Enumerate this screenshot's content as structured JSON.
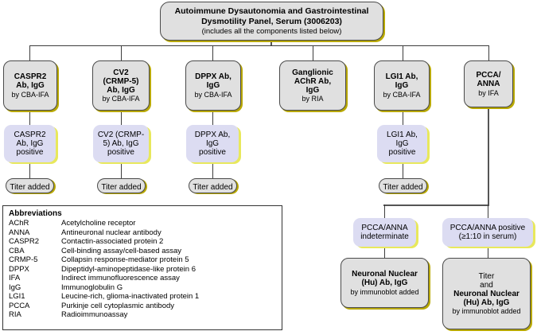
{
  "title": {
    "line1": "Autoimmune Dysautonomia and Gastrointestinal",
    "line2": "Dysmotility Panel, Serum (3006203)",
    "line3": "(includes all the components listed below)"
  },
  "columns": [
    {
      "id": "caspr2",
      "test": {
        "name_line1": "CASPR2",
        "name_line2": "Ab, IgG",
        "method": "by CBA-IFA"
      },
      "result": {
        "line1": "CASPR2",
        "line2": "Ab, IgG",
        "line3": "positive"
      },
      "action": {
        "label": "Titer added"
      }
    },
    {
      "id": "cv2",
      "test": {
        "name_line1": "CV2",
        "name_line2": "(CRMP-5)",
        "name_line3": "Ab, IgG",
        "method": "by CBA-IFA"
      },
      "result": {
        "line1": "CV2 (CRMP-",
        "line2": "5) Ab, IgG",
        "line3": "positive"
      },
      "action": {
        "label": "Titer added"
      }
    },
    {
      "id": "dppx",
      "test": {
        "name_line1": "DPPX Ab,",
        "name_line2": "IgG",
        "method": "by CBA-IFA"
      },
      "result": {
        "line1": "DPPX Ab,",
        "line2": "IgG",
        "line3": "positive"
      },
      "action": {
        "label": "Titer added"
      }
    },
    {
      "id": "ganglionic",
      "test": {
        "name_line1": "Ganglionic",
        "name_line2": "AChR Ab,",
        "name_line3": "IgG",
        "method": "by RIA"
      }
    },
    {
      "id": "lgi1",
      "test": {
        "name_line1": "LGI1 Ab,",
        "name_line2": "IgG",
        "method": "by CBA-IFA"
      },
      "result": {
        "line1": "LGI1 Ab,",
        "line2": "IgG",
        "line3": "positive"
      },
      "action": {
        "label": "Titer added"
      }
    },
    {
      "id": "pcca_anna",
      "test": {
        "name_line1": "PCCA/",
        "name_line2": "ANNA",
        "method": "by IFA"
      }
    }
  ],
  "pcca_branch": {
    "indeterminate": {
      "line1": "PCCA/ANNA",
      "line2": "indeterminate"
    },
    "indeterminate_action": {
      "line1": "Neuronal Nuclear",
      "line2": "(Hu) Ab, IgG",
      "line3": "by immunoblot added"
    },
    "positive": {
      "line1": "PCCA/ANNA positive",
      "line2": "(≥1:10 in serum)"
    },
    "positive_action": {
      "line1": "Titer",
      "line2": "and",
      "line3": "Neuronal Nuclear",
      "line4": "(Hu) Ab, IgG",
      "line5": "by immunoblot added"
    }
  },
  "abbreviations": {
    "heading": "Abbreviations",
    "items": [
      {
        "term": "AChR",
        "definition": "Acetylcholine receptor"
      },
      {
        "term": "ANNA",
        "definition": "Antineuronal nuclear antibody"
      },
      {
        "term": "CASPR2",
        "definition": "Contactin-associated protein 2"
      },
      {
        "term": "CBA",
        "definition": "Cell-binding assay/cell-based assay"
      },
      {
        "term": "CRMP-5",
        "definition": "Collapsin response-mediator protein 5"
      },
      {
        "term": "DPPX",
        "definition": "Dipeptidyl-aminopeptidase-like protein 6"
      },
      {
        "term": "IFA",
        "definition": "Indirect immunofluorescence assay"
      },
      {
        "term": "IgG",
        "definition": "Immunoglobulin G"
      },
      {
        "term": "LGI1",
        "definition": "Leucine-rich, glioma-inactivated protein 1"
      },
      {
        "term": "PCCA",
        "definition": "Purkinje cell cytoplasmic antibody"
      },
      {
        "term": "RIA",
        "definition": "Radioimmunoassay"
      }
    ]
  },
  "colors": {
    "process_fill": "#e0e0e0",
    "result_fill": "#dcdcf2",
    "border": "#4a4a4a",
    "shadow_gold": "#b8a800",
    "shadow_yellow": "#e8e85c",
    "connector": "#3d3d3d"
  }
}
